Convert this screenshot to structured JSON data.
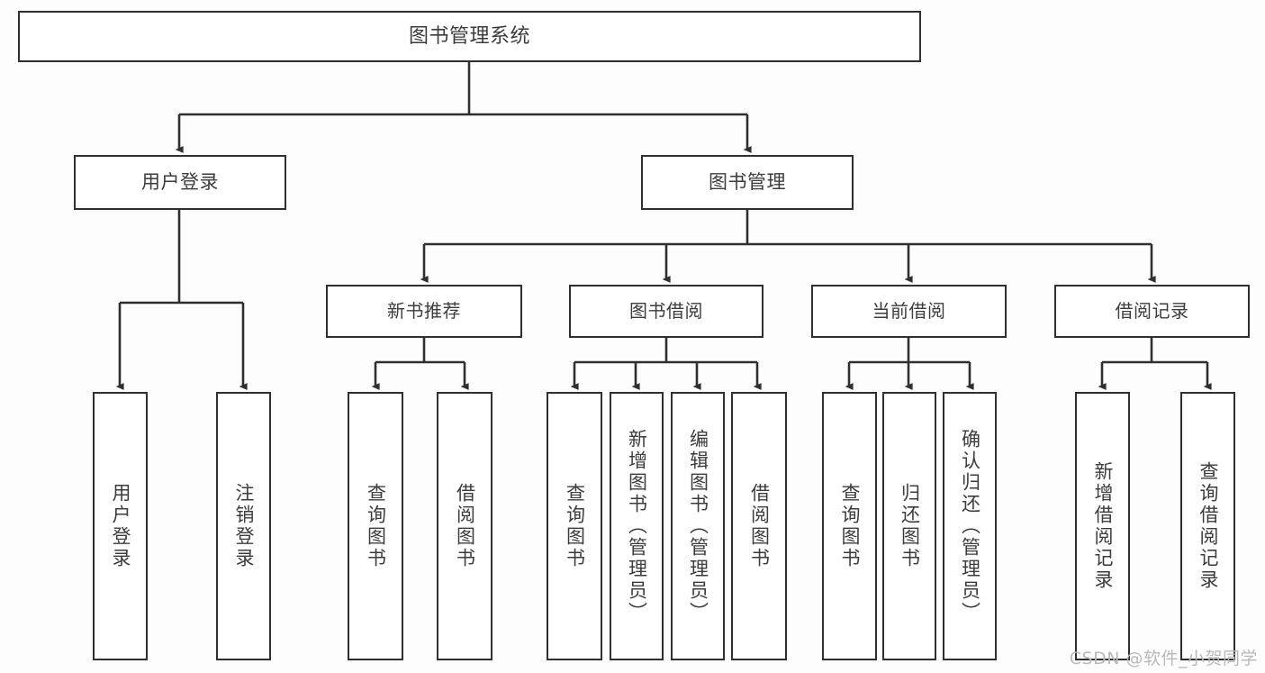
{
  "diagram": {
    "type": "tree-hierarchy",
    "title": "图书管理系统",
    "watermark": "CSDN @软件_小贺同学",
    "colors": {
      "stroke": "#2f2f2f",
      "box_fill": "#ffffff",
      "text": "#3c3c3c",
      "background": "#fdfdfd",
      "watermark": "#b9b9b9"
    },
    "nodes": {
      "root": {
        "label": "图书管理系统",
        "level": 1
      },
      "level2": [
        {
          "id": "user-login",
          "label": "用户登录"
        },
        {
          "id": "book-management",
          "label": "图书管理"
        }
      ],
      "level3": [
        {
          "id": "new-book-recommend",
          "label": "新书推荐",
          "parent": "book-management"
        },
        {
          "id": "book-borrow",
          "label": "图书借阅",
          "parent": "book-management"
        },
        {
          "id": "current-borrow",
          "label": "当前借阅",
          "parent": "book-management"
        },
        {
          "id": "borrow-record",
          "label": "借阅记录",
          "parent": "book-management"
        }
      ],
      "leaves": [
        {
          "id": "leaf-user-login",
          "label": "用户登录",
          "parent": "user-login"
        },
        {
          "id": "leaf-logout-login",
          "label": "注销登录",
          "parent": "user-login"
        },
        {
          "id": "leaf-query-book-1",
          "label": "查询图书",
          "parent": "new-book-recommend"
        },
        {
          "id": "leaf-borrow-book-1",
          "label": "借阅图书",
          "parent": "new-book-recommend"
        },
        {
          "id": "leaf-query-book-2",
          "label": "查询图书",
          "parent": "book-borrow"
        },
        {
          "id": "leaf-add-book",
          "label": "新增图书（管理员）",
          "parent": "book-borrow"
        },
        {
          "id": "leaf-edit-book",
          "label": "编辑图书（管理员）",
          "parent": "book-borrow"
        },
        {
          "id": "leaf-borrow-book-2",
          "label": "借阅图书",
          "parent": "book-borrow"
        },
        {
          "id": "leaf-query-book-3",
          "label": "查询图书",
          "parent": "current-borrow"
        },
        {
          "id": "leaf-return-book",
          "label": "归还图书",
          "parent": "current-borrow"
        },
        {
          "id": "leaf-confirm-return",
          "label": "确认归还（管理员）",
          "parent": "current-borrow"
        },
        {
          "id": "leaf-add-record",
          "label": "新增借阅记录",
          "parent": "borrow-record"
        },
        {
          "id": "leaf-query-record",
          "label": "查询借阅记录",
          "parent": "borrow-record"
        }
      ]
    }
  }
}
